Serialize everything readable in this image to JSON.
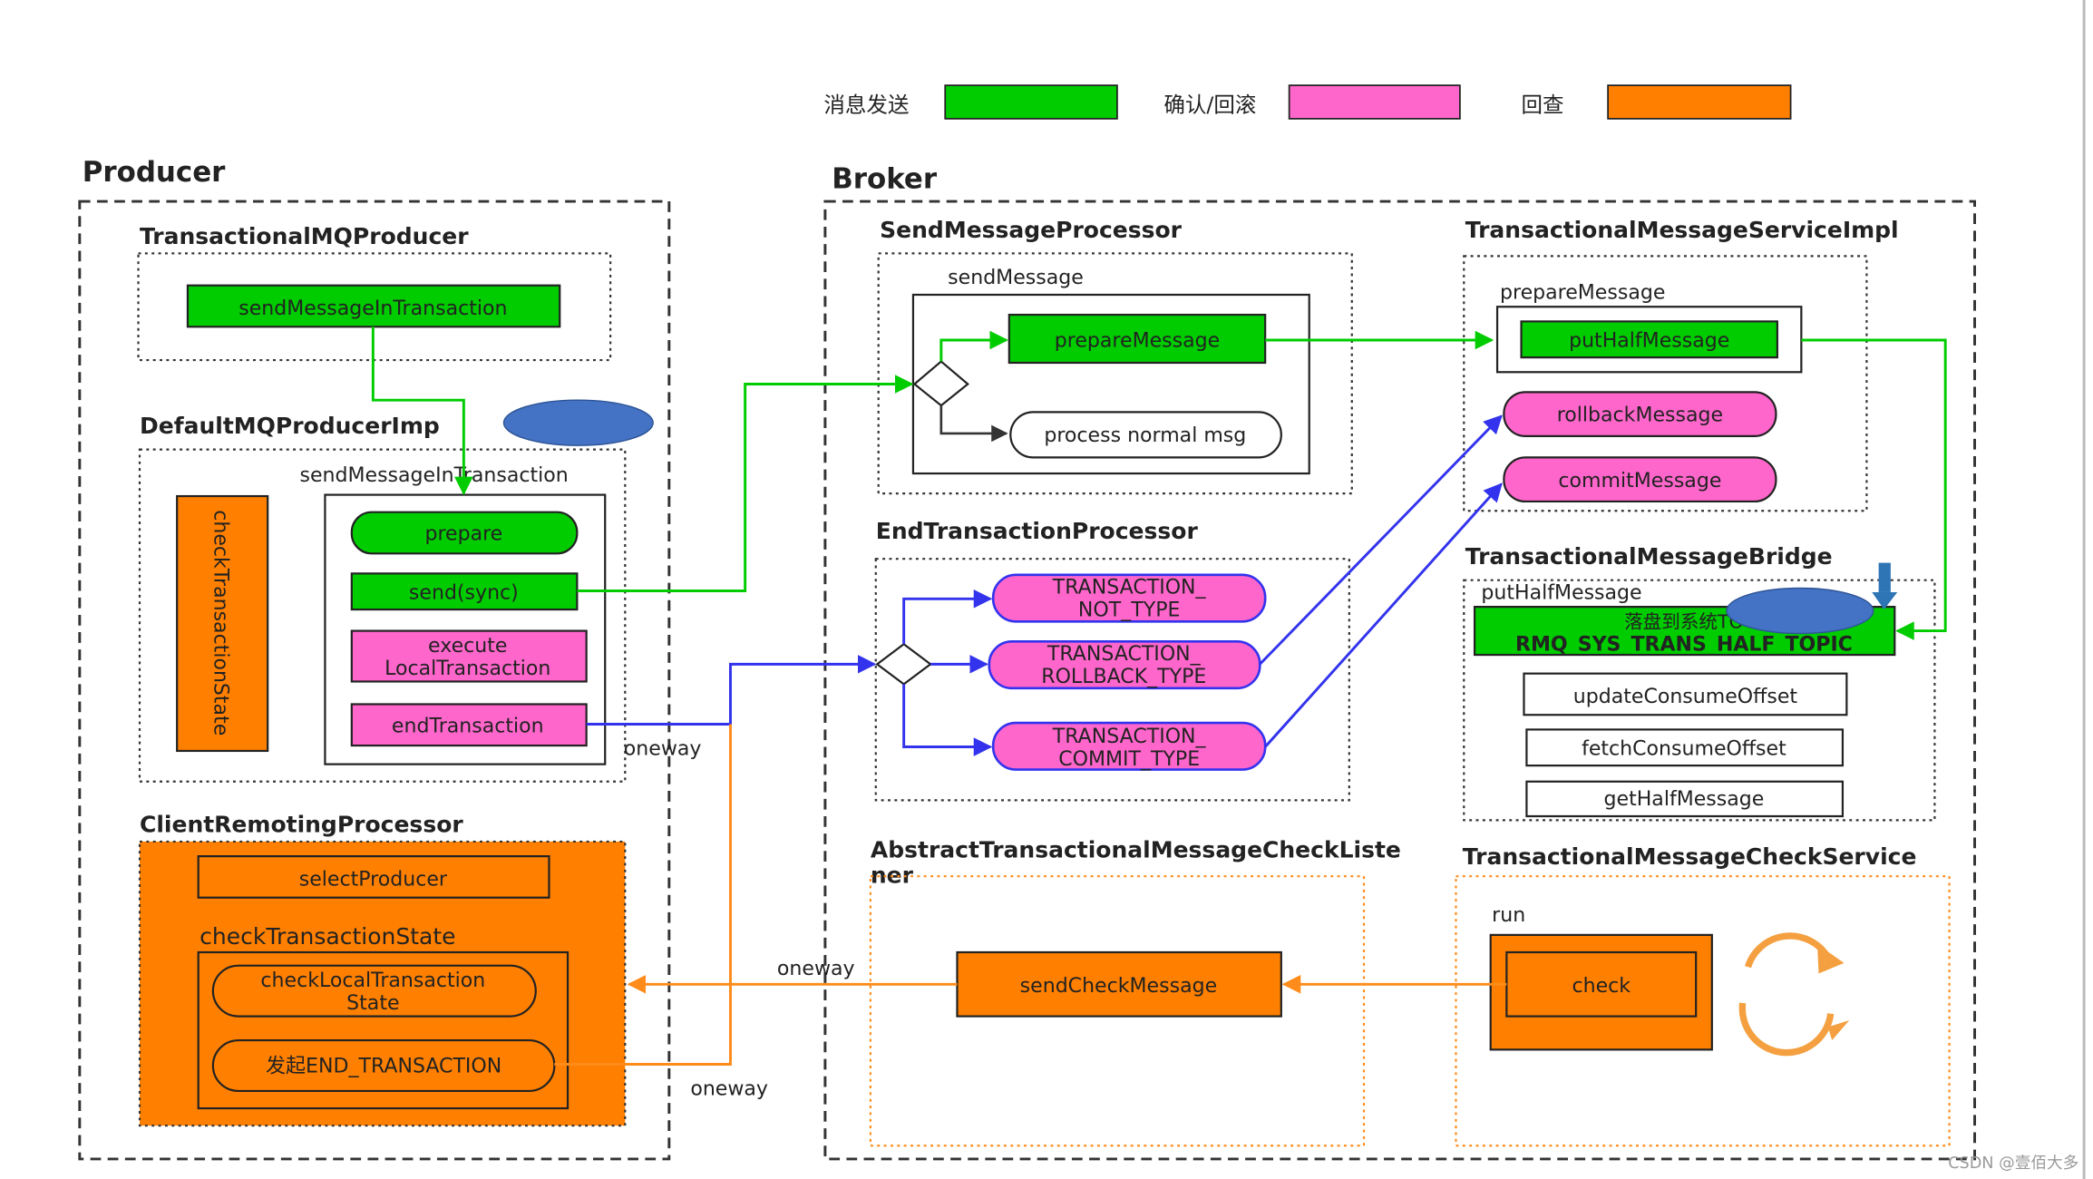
{
  "legend": {
    "send": {
      "label": "消息发送",
      "color": "#00cc00"
    },
    "confirm": {
      "label": "确认/回滚",
      "color": "#ff66cc"
    },
    "check": {
      "label": "回查",
      "color": "#ff8000"
    }
  },
  "producer": {
    "title": "Producer",
    "transactional_mq_producer": {
      "title": "TransactionalMQProducer",
      "send_in_tx": "sendMessageInTransaction"
    },
    "default_mq_producer_impl": {
      "title": "DefaultMQProducerImp",
      "method_label": "sendMessageInTransaction",
      "check_state": "checkTransactionState",
      "prepare": "prepare",
      "send_sync": "send(sync)",
      "execute_line1": "execute",
      "execute_line2": "LocalTransaction",
      "end_transaction": "endTransaction"
    },
    "client_remoting_processor": {
      "title": "ClientRemotingProcessor",
      "select_producer": "selectProducer",
      "check_tx_state": "checkTransactionState",
      "check_local_line1": "checkLocalTransaction",
      "check_local_line2": "State",
      "start_end_tx": "发起END_TRANSACTION"
    }
  },
  "broker": {
    "title": "Broker",
    "send_message_processor": {
      "title": "SendMessageProcessor",
      "method": "sendMessage",
      "prepare_message": "prepareMessage",
      "process_normal": "process normal msg"
    },
    "tx_service_impl": {
      "title": "TransactionalMessageServiceImpl",
      "method": "prepareMessage",
      "put_half": "putHalfMessage",
      "rollback": "rollbackMessage",
      "commit": "commitMessage"
    },
    "end_tx_processor": {
      "title": "EndTransactionProcessor",
      "not_type_1": "TRANSACTION_",
      "not_type_2": "NOT_TYPE",
      "rollback_type_1": "TRANSACTION_",
      "rollback_type_2": "ROLLBACK_TYPE",
      "commit_type_1": "TRANSACTION_",
      "commit_type_2": "COMMIT_TYPE"
    },
    "tx_bridge": {
      "title": "TransactionalMessageBridge",
      "method": "putHalfMessage",
      "store_line1": "落盘到系统TO",
      "store_line2": "RMQ_SYS_TRANS_HALF_TOPIC",
      "update_offset": "updateConsumeOffset",
      "fetch_offset": "fetchConsumeOffset",
      "get_half": "getHalfMessage"
    },
    "check_listener": {
      "title_line1": "AbstractTransactionalMessageCheckListe",
      "title_line2": "ner",
      "send_check": "sendCheckMessage"
    },
    "check_service": {
      "title": "TransactionalMessageCheckService",
      "method": "run",
      "check": "check"
    }
  },
  "edge_labels": {
    "oneway_1": "oneway",
    "oneway_2": "oneway",
    "oneway_3": "oneway"
  },
  "watermark": "CSDN @壹佰大多"
}
